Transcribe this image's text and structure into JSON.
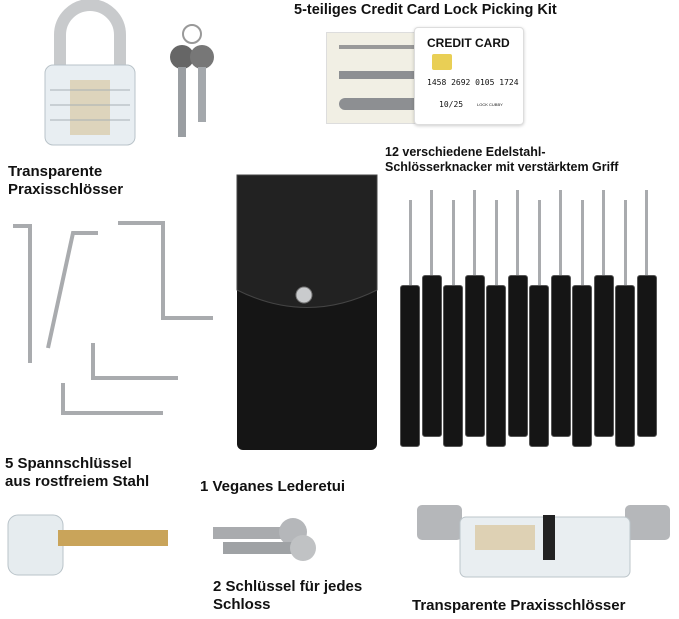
{
  "labels": {
    "card_kit": "5-teiliges Credit Card Lock Picking Kit",
    "padlock": [
      "Transparente",
      "Praxisschlösser"
    ],
    "picks": [
      "12 verschiedene Edelstahl-",
      "Schlösserknacker mit verstärktem Griff"
    ],
    "wrenches": [
      "5 Spannschlüssel",
      "aus rostfreiem Stahl"
    ],
    "pouch": "1 Veganes Lederetui",
    "keys": [
      "2 Schlüssel für jedes",
      "Schloss"
    ],
    "cylinder": "Transparente Praxisschlösser"
  },
  "card": {
    "title": "CREDIT CARD",
    "number": "1458 2692 0105 1724",
    "expiry": "10/25",
    "brand": "LOCK CUBBY"
  },
  "pick_count": 12,
  "colors": {
    "pouch": "#151515",
    "steel": "#a9abae",
    "brass": "#c9a45a"
  }
}
